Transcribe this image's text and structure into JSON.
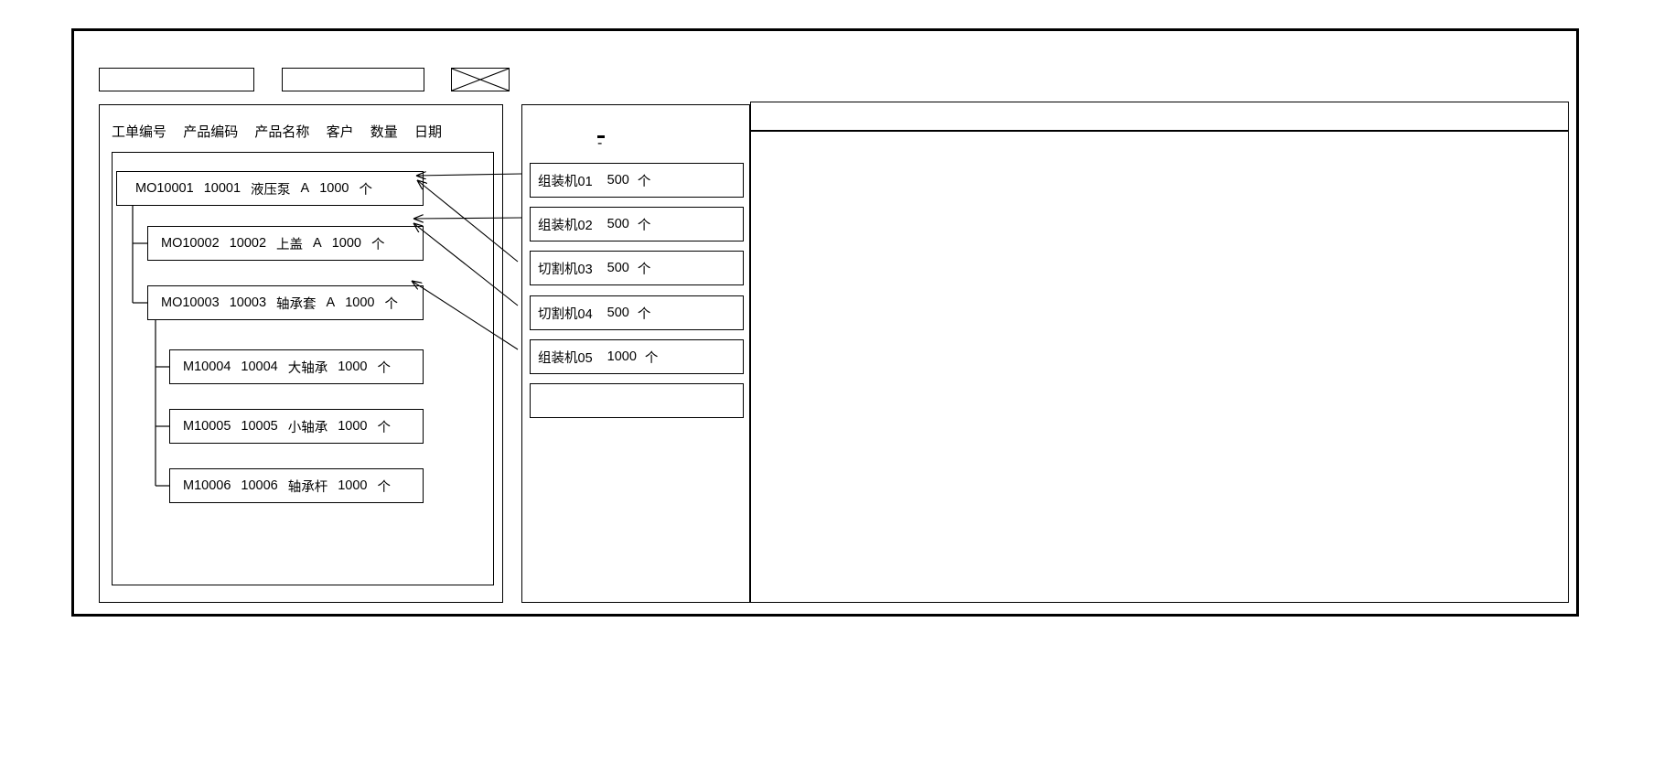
{
  "window": {
    "title": ""
  },
  "toolbar": {
    "buttons": [
      {
        "name": "toolbar-field-1",
        "label": ""
      },
      {
        "name": "toolbar-field-2",
        "label": ""
      }
    ],
    "image_placeholder": {
      "name": "crossed-box-icon",
      "label": ""
    }
  },
  "left_panel": {
    "column_headers": [
      "工单编号",
      "产品编码",
      "产品名称",
      "客户",
      "数量",
      "日期"
    ],
    "tree": [
      {
        "id": "MO10001",
        "depth": 0,
        "order_no": "MO10001",
        "product_code": "10001",
        "product_name": "液压泵",
        "customer": "A",
        "quantity": "1000",
        "unit": "个",
        "date": ""
      },
      {
        "id": "MO10002",
        "depth": 1,
        "order_no": "MO10002",
        "product_code": "10002",
        "product_name": "上盖",
        "customer": "A",
        "quantity": "1000",
        "unit": "个",
        "date": ""
      },
      {
        "id": "MO10003",
        "depth": 1,
        "order_no": "MO10003",
        "product_code": "10003",
        "product_name": "轴承套",
        "customer": "A",
        "quantity": "1000",
        "unit": "个",
        "date": ""
      },
      {
        "id": "M10004",
        "depth": 2,
        "order_no": "M10004",
        "product_code": "10004",
        "product_name": "大轴承",
        "customer": "",
        "quantity": "1000",
        "unit": "个",
        "date": ""
      },
      {
        "id": "M10005",
        "depth": 2,
        "order_no": "M10005",
        "product_code": "10005",
        "product_name": "小轴承",
        "customer": "",
        "quantity": "1000",
        "unit": "个",
        "date": ""
      },
      {
        "id": "M10006",
        "depth": 2,
        "order_no": "M10006",
        "product_code": "10006",
        "product_name": "轴承杆",
        "customer": "",
        "quantity": "1000",
        "unit": "个",
        "date": ""
      }
    ]
  },
  "mid_panel": {
    "marker": "-",
    "machines": [
      {
        "name": "组装机01",
        "quantity": "500",
        "unit": "个"
      },
      {
        "name": "组装机02",
        "quantity": "500",
        "unit": "个"
      },
      {
        "name": "切割机03",
        "quantity": "500",
        "unit": "个"
      },
      {
        "name": "切割机04",
        "quantity": "500",
        "unit": "个"
      },
      {
        "name": "组装机05",
        "quantity": "1000",
        "unit": "个"
      },
      {
        "name": "",
        "quantity": "",
        "unit": ""
      }
    ]
  },
  "right_panel": {
    "header_row": "",
    "rows": []
  },
  "colors": {
    "stroke": "#000000",
    "background": "#ffffff"
  }
}
